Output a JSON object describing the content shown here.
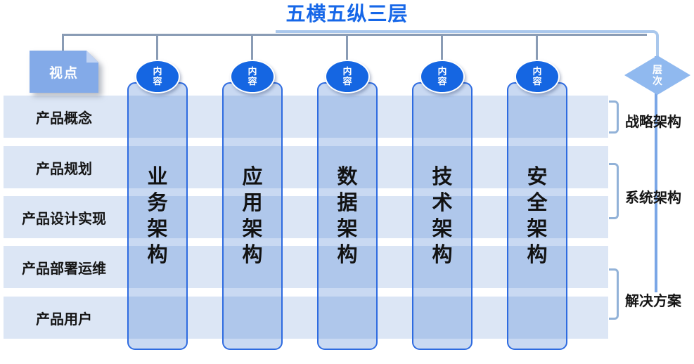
{
  "title": "五横五纵三层",
  "viewpoint": {
    "label": "视点"
  },
  "level_axis": {
    "label": "层次"
  },
  "rows": [
    {
      "label": "产品概念"
    },
    {
      "label": "产品规划"
    },
    {
      "label": "产品设计实现"
    },
    {
      "label": "产品部署运维"
    },
    {
      "label": "产品用户"
    }
  ],
  "columns": [
    {
      "badge": "内容",
      "name": "业务架构"
    },
    {
      "badge": "内容",
      "name": "应用架构"
    },
    {
      "badge": "内容",
      "name": "数据架构"
    },
    {
      "badge": "内容",
      "name": "技术架构"
    },
    {
      "badge": "内容",
      "name": "安全架构"
    }
  ],
  "levels": [
    {
      "label": "战略架构"
    },
    {
      "label": "系统架构"
    },
    {
      "label": "解决方案"
    }
  ],
  "colors": {
    "title": "#1667e8",
    "row_fill": "#dce6f5",
    "column_border": "#2e6be0",
    "column_fill": "#b9cdee",
    "badge_fill": "#1566e2",
    "viewpoint_fill": "#83aae8",
    "diamond_fill": "#90b9ef",
    "connector_gray": "#8a9cb5",
    "connector_blue": "#7aa6e6",
    "bracket": "#92b2d8"
  }
}
